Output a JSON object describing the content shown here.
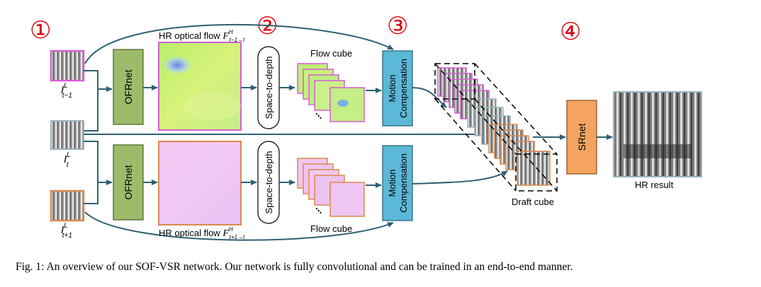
{
  "steps": [
    "①",
    "②",
    "③",
    "④"
  ],
  "inputs": {
    "prev": {
      "base": "I",
      "sup": "L",
      "sub": "t−1"
    },
    "cur": {
      "base": "I",
      "sup": "L",
      "sub": "t"
    },
    "next": {
      "base": "I",
      "sup": "L",
      "sub": "t+1"
    }
  },
  "modules": {
    "ofrnet": "OFRnet",
    "space_to_depth": "Space-to-depth",
    "motion_comp_line1": "Motion",
    "motion_comp_line2": "Compensation",
    "srnet": "SRnet"
  },
  "labels": {
    "flow_top": {
      "text": "HR optical flow ",
      "base": "F",
      "sup": "H",
      "sub": "t−1→t"
    },
    "flow_bottom": {
      "text": "HR optical flow ",
      "base": "F",
      "sup": "H",
      "sub": "t+1→t"
    },
    "flow_cube_top": "Flow cube",
    "flow_cube_bottom": "Flow cube",
    "draft_cube": "Draft cube",
    "hr_result": "HR result",
    "ellipsis": "..."
  },
  "caption": "Fig. 1: An overview of our SOF-VSR network. Our network is fully convolutional and can be trained in an end-to-end manner.",
  "colors": {
    "prev_frame_border": "#d55fd1",
    "next_frame_border": "#d98a4f",
    "ofrnet_fill": "#9dbb6b",
    "motion_comp_fill": "#5bb8d6",
    "srnet_fill": "#f4a460",
    "arrow": "#2f6073",
    "annotation": "#e0000a"
  }
}
